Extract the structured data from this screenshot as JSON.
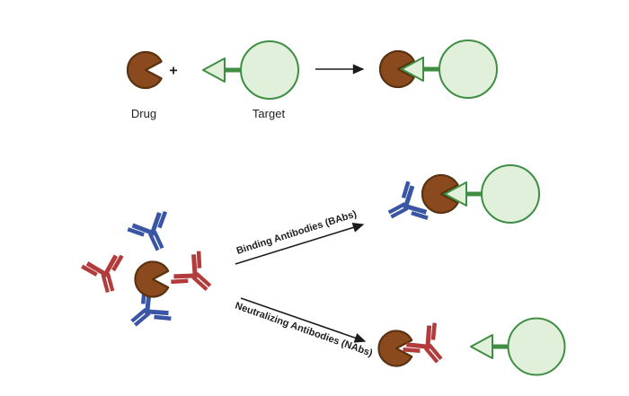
{
  "diagram": {
    "reaction": {
      "drug_label": "Drug",
      "plus_sign": "+",
      "target_label": "Target"
    },
    "pathways": {
      "binding": "Binding Antibodies (BAbs)",
      "neutralizing": "Neutralizing Antibodies (NAbs)"
    },
    "icons": {
      "drug": "pacman-wedge-circle-icon",
      "target": "cell-circle-with-receptor-tack-icon",
      "antibody_blue": "igg-antibody-blue-icon",
      "antibody_red": "igg-antibody-red-icon",
      "arrow": "right-arrow-icon"
    },
    "colors": {
      "drug_fill": "#8B4A1D",
      "drug_stroke": "#5A3210",
      "target_fill": "#E1F0DA",
      "target_stroke": "#3F8E43",
      "antibody_blue": "#3A55A4",
      "antibody_red": "#B23B3B",
      "arrow_color": "#1C1C1C",
      "text_color": "#1E1E1E",
      "background": "#FFFFFF"
    }
  }
}
